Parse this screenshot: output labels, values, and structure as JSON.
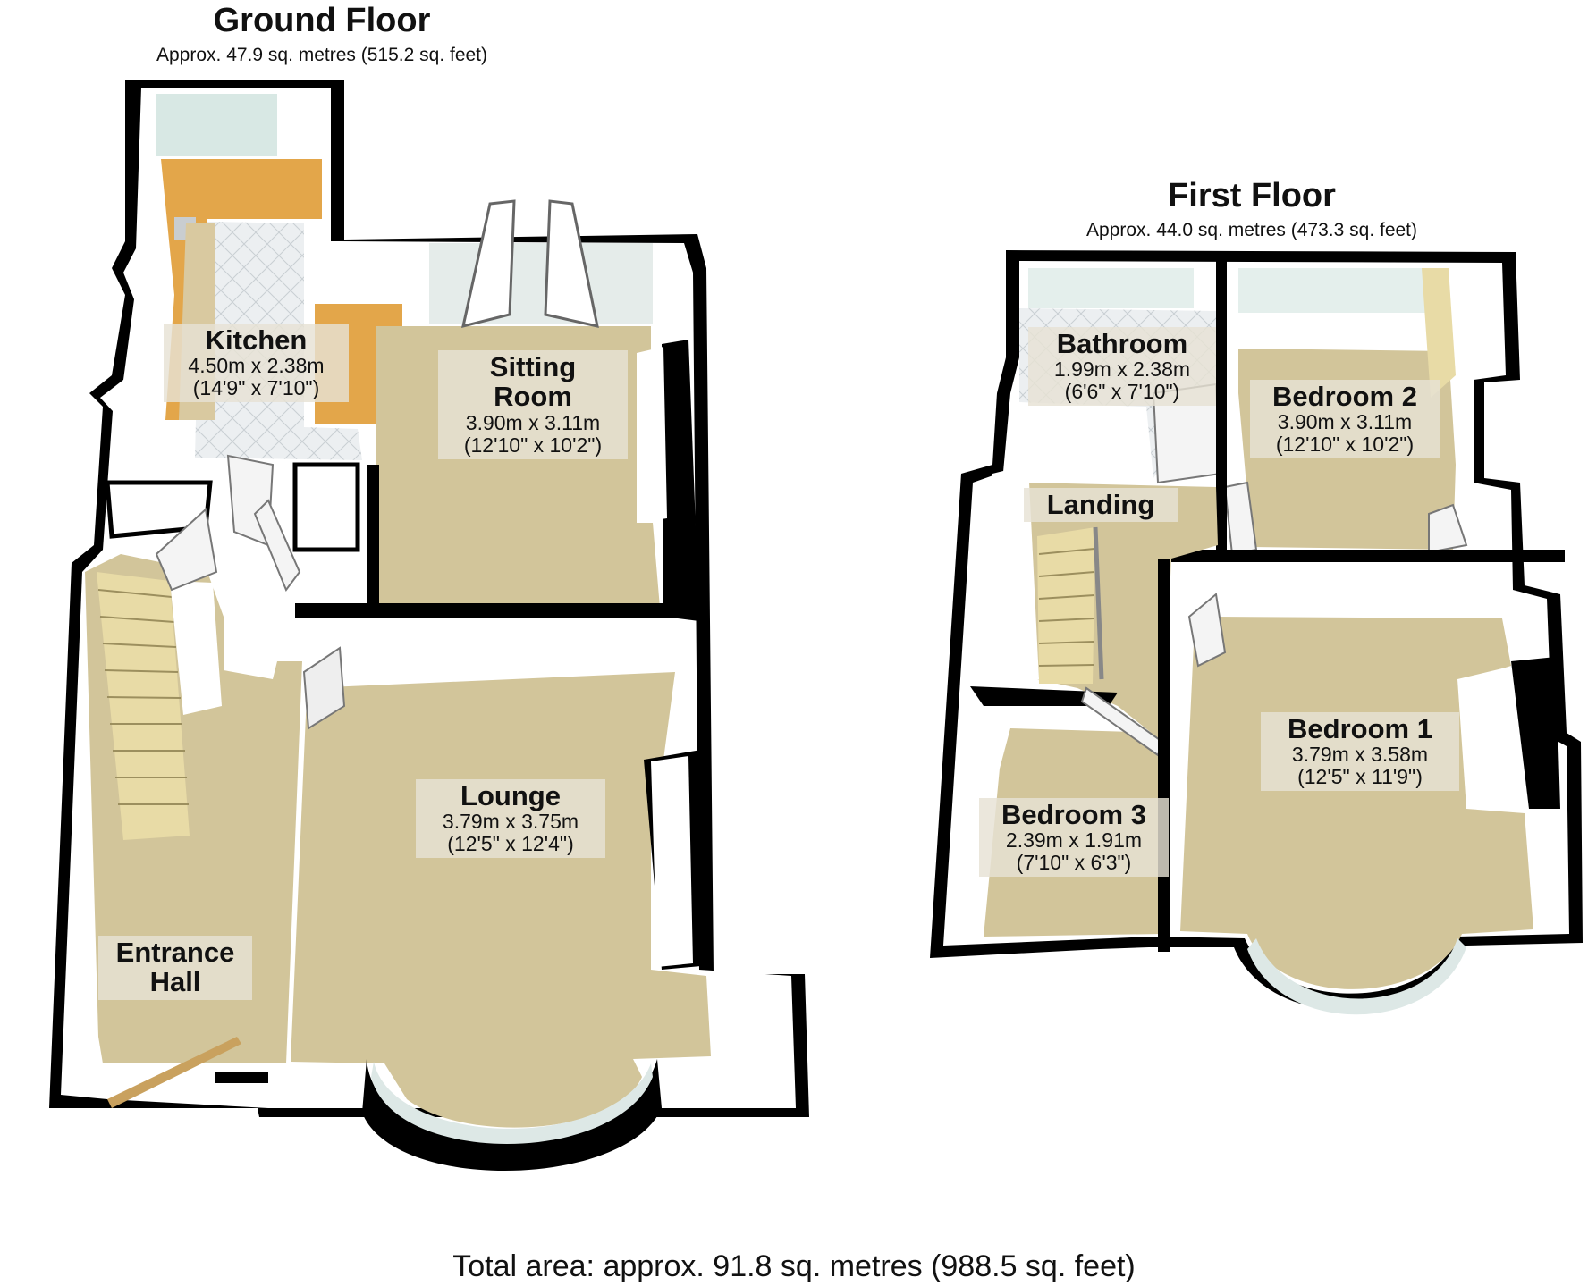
{
  "ground_floor": {
    "title": "Ground Floor",
    "area": "Approx. 47.9 sq. metres (515.2 sq. feet)",
    "rooms": [
      {
        "name": "Kitchen",
        "dim_metric": "4.50m x 2.38m",
        "dim_imperial": "(14'9\" x 7'10\")"
      },
      {
        "name": "Sitting",
        "name2": "Room",
        "dim_metric": "3.90m x 3.11m",
        "dim_imperial": "(12'10\" x 10'2\")"
      },
      {
        "name": "Lounge",
        "dim_metric": "3.79m x 3.75m",
        "dim_imperial": "(12'5\" x 12'4\")"
      },
      {
        "name": "Entrance",
        "name2": "Hall"
      }
    ]
  },
  "first_floor": {
    "title": "First Floor",
    "area": "Approx. 44.0 sq. metres (473.3 sq. feet)",
    "rooms": [
      {
        "name": "Bathroom",
        "dim_metric": "1.99m x 2.38m",
        "dim_imperial": "(6'6\" x 7'10\")"
      },
      {
        "name": "Bedroom 2",
        "dim_metric": "3.90m x 3.11m",
        "dim_imperial": "(12'10\" x 10'2\")"
      },
      {
        "name": "Landing"
      },
      {
        "name": "Bedroom 1",
        "dim_metric": "3.79m x 3.58m",
        "dim_imperial": "(12'5\" x 11'9\")"
      },
      {
        "name": "Bedroom 3",
        "dim_metric": "2.39m x 1.91m",
        "dim_imperial": "(7'10\" x 6'3\")"
      }
    ]
  },
  "total_area": "Total area: approx. 91.8 sq. metres (988.5 sq. feet)",
  "colors": {
    "carpet": "#d2c59a",
    "kitchen_tile": "#e9ecee",
    "counter": "#e3a64a",
    "wall_outer": "#000000",
    "wall_inner": "#ffffff",
    "window": "#d8e8e4"
  }
}
